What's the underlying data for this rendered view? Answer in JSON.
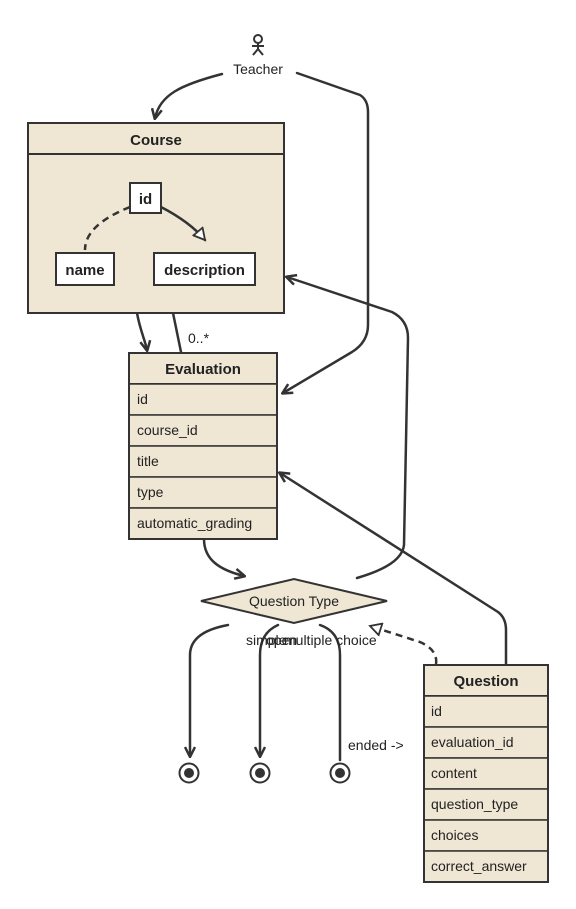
{
  "actor": {
    "label": "Teacher"
  },
  "course": {
    "title": "Course",
    "key": "id",
    "attrs": [
      "name",
      "description"
    ]
  },
  "multiplicity": "0..*",
  "evaluation": {
    "title": "Evaluation",
    "fields": [
      "id",
      "course_id",
      "title",
      "type",
      "automatic_grading"
    ]
  },
  "decision": {
    "label": "Question Type",
    "branches": [
      "simple",
      "open",
      "multiple choice"
    ]
  },
  "ended_label": "ended ->",
  "question": {
    "title": "Question",
    "fields": [
      "id",
      "evaluation_id",
      "content",
      "question_type",
      "choices",
      "correct_answer"
    ]
  },
  "colors": {
    "fill": "#efe6d4",
    "stroke": "#333333",
    "text": "#222222"
  }
}
